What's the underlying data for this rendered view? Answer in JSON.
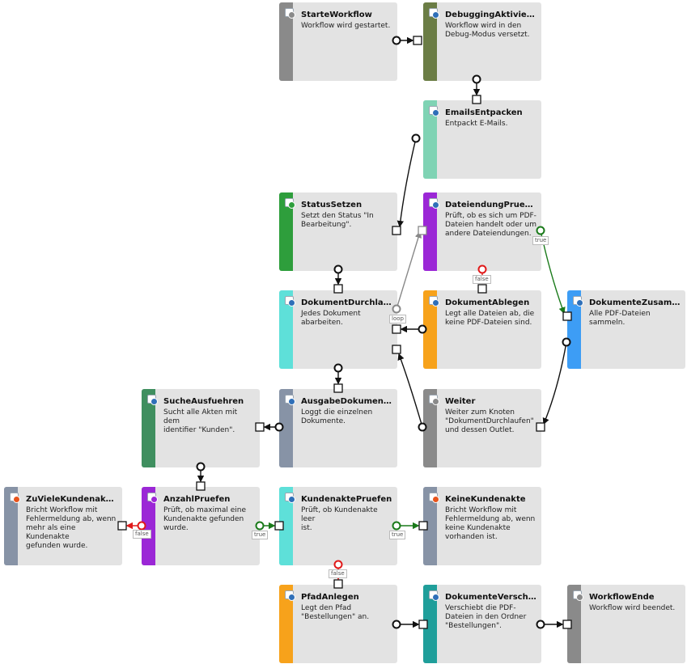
{
  "nodes": [
    {
      "id": "starte",
      "title": "StarteWorkflow",
      "desc": "Workflow wird gestartet.",
      "color": "#8a8a8a",
      "badge": "#8a8a8a"
    },
    {
      "id": "debug",
      "title": "DebuggingAktivieren",
      "desc": "Workflow wird in den\nDebug-Modus versetzt.",
      "color": "#6b7d45",
      "badge": "#2f6fb8"
    },
    {
      "id": "emails",
      "title": "EmailsEntpacken",
      "desc": "Entpackt E-Mails.",
      "color": "#7fd3b4",
      "badge": "#2f6fb8"
    },
    {
      "id": "status",
      "title": "StatusSetzen",
      "desc": "Setzt den Status \"In\nBearbeitung\".",
      "color": "#2e9e3c",
      "badge": "#2e9e3c"
    },
    {
      "id": "dateiendung",
      "title": "DateiendungPruefen",
      "desc": "Prüft, ob es sich um PDF-\nDateien handelt oder um\nandere Dateiendungen.",
      "color": "#9b27d6",
      "badge": "#2f6fb8"
    },
    {
      "id": "durchlaufen",
      "title": "DokumentDurchlaufen",
      "desc": "Jedes Dokument\nabarbeiten.",
      "color": "#5ee0d9",
      "badge": "#2f6fb8"
    },
    {
      "id": "ablegen",
      "title": "DokumentAblegen",
      "desc": "Legt alle Dateien ab, die\nkeine PDF-Dateien sind.",
      "color": "#f7a21b",
      "badge": "#2f6fb8"
    },
    {
      "id": "zusammen",
      "title": "DokumenteZusamm...",
      "desc": "Alle PDF-Dateien\nsammeln.",
      "color": "#3d9df5",
      "badge": "#2f6fb8"
    },
    {
      "id": "suche",
      "title": "SucheAusfuehren",
      "desc": "Sucht alle Akten mit dem\nidentifier \"Kunden\".",
      "color": "#3f8f5f",
      "badge": "#2f6fb8"
    },
    {
      "id": "ausgabe",
      "title": "AusgabeDokumente",
      "desc": "Loggt die einzelnen\nDokumente.",
      "color": "#8793a6",
      "badge": "#2f6fb8"
    },
    {
      "id": "weiter",
      "title": "Weiter",
      "desc": "Weiter zum Knoten\n\"DokumentDurchlaufen\"\nund dessen Outlet.",
      "color": "#8a8a8a",
      "badge": "#8a8a8a"
    },
    {
      "id": "zuviele",
      "title": "ZuVieleKundenakten",
      "desc": "Bricht Workflow mit\nFehlermeldung ab, wenn\nmehr als eine Kundenakte\ngefunden wurde.",
      "color": "#8793a6",
      "badge": "#e8541c"
    },
    {
      "id": "anzahl",
      "title": "AnzahlPruefen",
      "desc": "Prüft, ob maximal eine\nKundenakte gefunden\nwurde.",
      "color": "#9b27d6",
      "badge": "#9b27d6"
    },
    {
      "id": "kundenakte",
      "title": "KundenaktePruefen",
      "desc": "Prüft, ob Kundenakte leer\nist.",
      "color": "#5ee0d9",
      "badge": "#2f6fb8"
    },
    {
      "id": "keine",
      "title": "KeineKundenakte",
      "desc": "Bricht Workflow mit\nFehlermeldung ab, wenn\nkeine Kundenakte\nvorhanden ist.",
      "color": "#8793a6",
      "badge": "#e8541c"
    },
    {
      "id": "pfad",
      "title": "PfadAnlegen",
      "desc": "Legt den Pfad\n\"Bestellungen\" an.",
      "color": "#f7a21b",
      "badge": "#2f6fb8"
    },
    {
      "id": "verschie",
      "title": "DokumenteVerschie...",
      "desc": "Verschiebt die PDF-\nDateien in den Ordner\n\"Bestellungen\".",
      "color": "#1f9e9a",
      "badge": "#2f6fb8"
    },
    {
      "id": "ende",
      "title": "WorkflowEnde",
      "desc": "Workflow wird beendet.",
      "color": "#8a8a8a",
      "badge": "#8a8a8a"
    }
  ],
  "edge_labels": {
    "true_label": "true",
    "false_label": "false",
    "loop_label": "loop"
  }
}
